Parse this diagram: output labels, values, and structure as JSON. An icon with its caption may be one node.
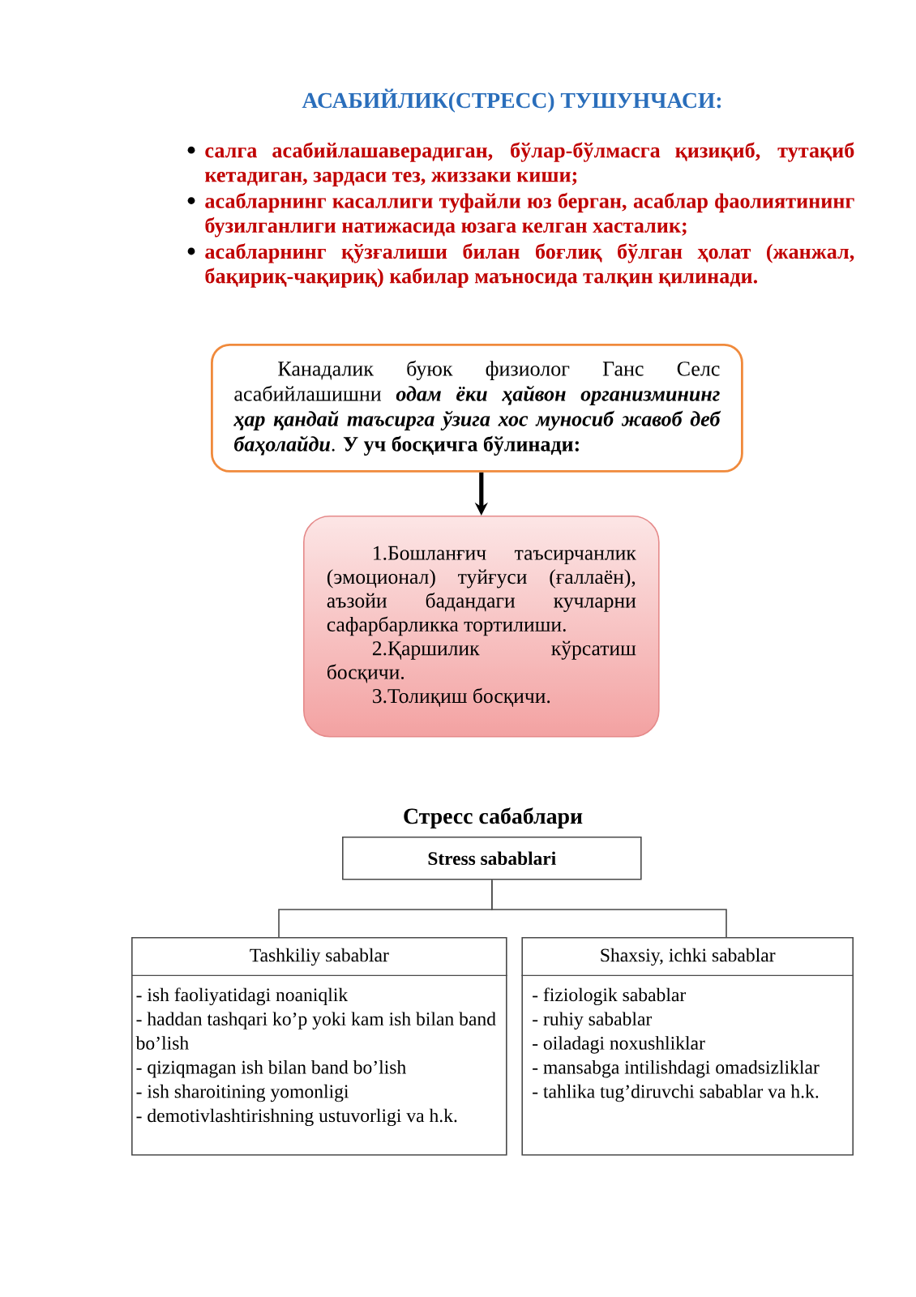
{
  "diagram": {
    "title": "АСАБИЙЛИК(СТРЕСС) ТУШУНЧАСИ:",
    "nodes": [
      {
        "text": [
          "Канадалик буюк физиолог Ганс Селс асабийлашишни *одам ёки ҳайвон организмининг ҳар қандай таъсирга ўзига хос муносиб жавоб деб баҳолайди*. **У уч босқичга бўлинади:**"
        ]
      },
      {
        "text": [
          "1.Бошланғич таъсирчанлик (эмоционал) туйғуси (ғаллаён), аъзойи бадандаги кучларни сафарбарликка тортилиши.",
          "2.Қаршилик кўрсатиш босқичи.",
          "3.Толиқиш босқичи."
        ]
      },
      {
        "text": [
          "Stress sabablari"
        ]
      },
      {
        "text": [
          "Tashkiliy sabablar",
          "- ish faoliyatidagi noaniqlik",
          "- haddan tashqari ko’p yoki kam ish bilan band bo’lish",
          "- qiziqmagan ish bilan band bo’lish",
          "- ish sharoitining yomonligi",
          "- demotivlashtirishning ustuvorligi va h.k."
        ]
      },
      {
        "text": [
          "Shaxsiy, ichki sabablar",
          "- fiziologik sabablar",
          "- ruhiy sabablar",
          "- oiladagi noxushliklar",
          "- mansabga intilishdagi omadsizliklar",
          "- tahlika tug’diruvchi sabablar va h.k."
        ]
      }
    ],
    "edges": [
      {
        "from": 0,
        "to": 1,
        "arrow": "to",
        "style": "thick",
        "color": "#000000"
      },
      {
        "from": 2,
        "to": 3,
        "arrow": "none"
      },
      {
        "from": 2,
        "to": 4,
        "arrow": "none"
      }
    ],
    "labels": [
      "салга асабийлашаверадиган, бўлар-бўлмасга қизиқиб, тутақиб кетадиган, зардаси тез, жиззаки киши;",
      "асабларнинг касаллиги туфайли юз берган, асаблар фаолиятининг бузилганлиги натижасида юзага келган хасталик;",
      "асабларнинг қўзғалиши билан боғлиқ бўлган ҳолат (жанжал, бақириқ-чақириқ) кабилар маъносида талқин қилинади.",
      "Стресс сабаблари"
    ]
  }
}
